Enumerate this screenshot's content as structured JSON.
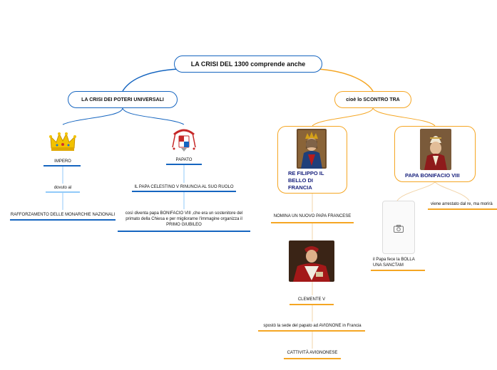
{
  "root": {
    "label": "LA CRISI DEL 1300 comprende anche"
  },
  "left_branch": {
    "label": "LA CRISI DEI POTERI UNIVERSALI",
    "impero": {
      "label": "IMPERO",
      "icon": "crown-icon",
      "child1": "dovuto al",
      "child2": "RAFFORZAMENTO DELLE MONARCHIE NAZIONALI"
    },
    "papato": {
      "label": "PAPATO",
      "icon": "papal-coat-of-arms-icon",
      "child1": "IL PAPA CELESTINO V RINUNCIA AL SUO RUOLO",
      "child2_lines": [
        "così diventa papa BONIFACIO VIII ,che era un sostenitore del",
        "primato della Chiesa e per migliorarne l'immagine organizza il",
        "PRIMO GIUBILEO"
      ]
    }
  },
  "right_branch": {
    "label": "cioè lo SCONTRO TRA",
    "filippo": {
      "title_lines": [
        "RE FILIPPO IL",
        "BELLO DI",
        "FRANCIA"
      ],
      "child1": "NOMINA UN NUOVO PAPA FRANCESE",
      "clemente": "CLEMENTE V",
      "child2": "spostò la sede del papato ad AVIGNONE in Francia",
      "child3": "CATTIVITÀ AVIGNONESE"
    },
    "bonifacio": {
      "title": "PAPA BONIFACIO VIII",
      "placeholder_icon": "camera-icon",
      "child1_lines": [
        "il Papa fece la BOLLA",
        "UNA SANCTAM"
      ],
      "child2": "viene arrestato dal re, ma morirà"
    }
  },
  "colors": {
    "blue": "#1565c0",
    "orange": "#f5a623",
    "connector": "#f2d4a8"
  }
}
